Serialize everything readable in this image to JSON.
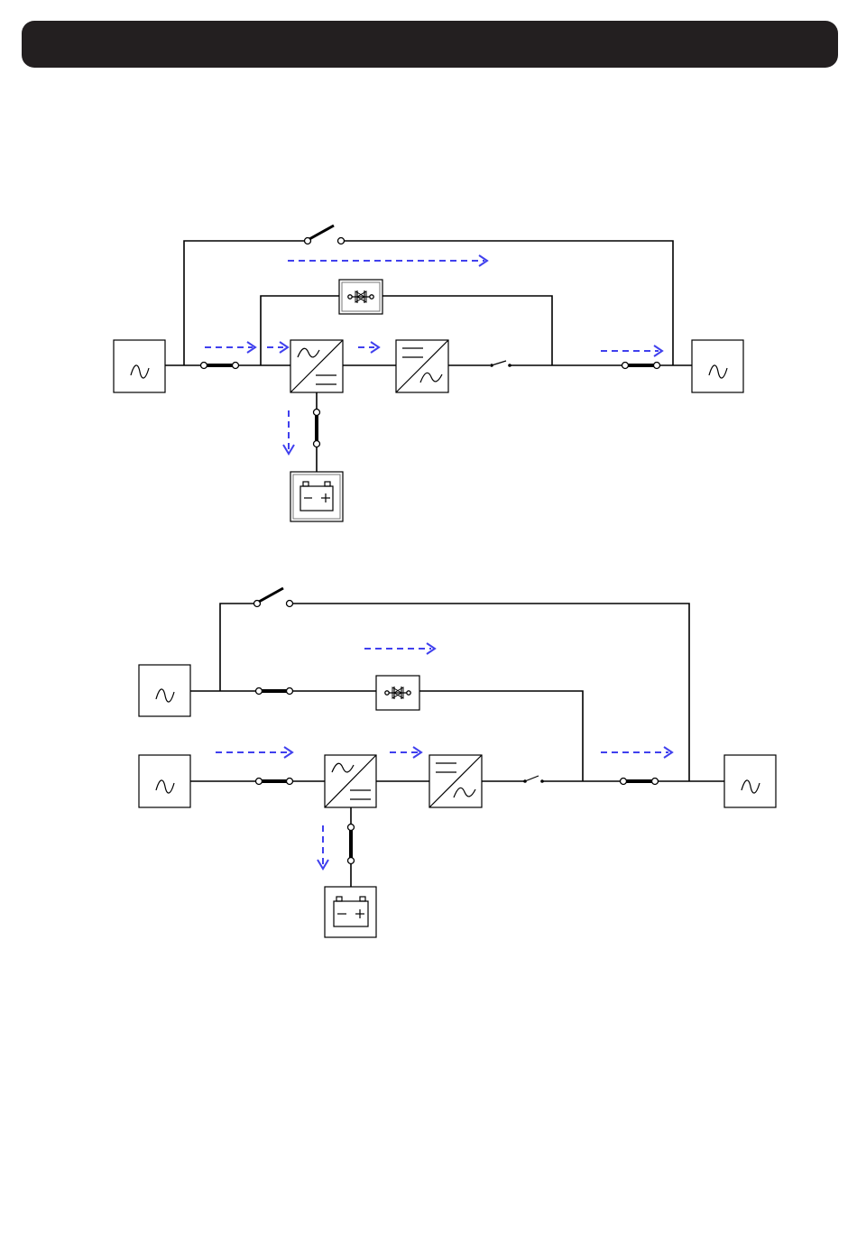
{
  "header": {
    "title": ""
  },
  "colors": {
    "header_bg": "#231f20",
    "flow_arrow": "#4040ee",
    "wire": "#000000"
  },
  "diagrams": [
    {
      "name": "single-input-diagram",
      "components": [
        "ac-input-source",
        "input-breaker",
        "rectifier",
        "inverter",
        "static-bypass-switch",
        "manual-bypass-switch",
        "output-breaker",
        "ac-output-load",
        "battery-breaker",
        "battery"
      ],
      "flow_arrows": [
        "bypass-flow",
        "input-flow",
        "rectifier-flow",
        "inverter-flow",
        "output-flow",
        "battery-charge-flow"
      ]
    },
    {
      "name": "dual-input-diagram",
      "components": [
        "ac-bypass-source",
        "ac-main-source",
        "bypass-breaker",
        "input-breaker",
        "rectifier",
        "inverter",
        "static-bypass-switch",
        "manual-bypass-switch",
        "output-breaker",
        "ac-output-load",
        "battery-breaker",
        "battery"
      ],
      "flow_arrows": [
        "bypass-flow",
        "input-flow",
        "inverter-flow",
        "output-flow",
        "battery-charge-flow"
      ]
    }
  ]
}
